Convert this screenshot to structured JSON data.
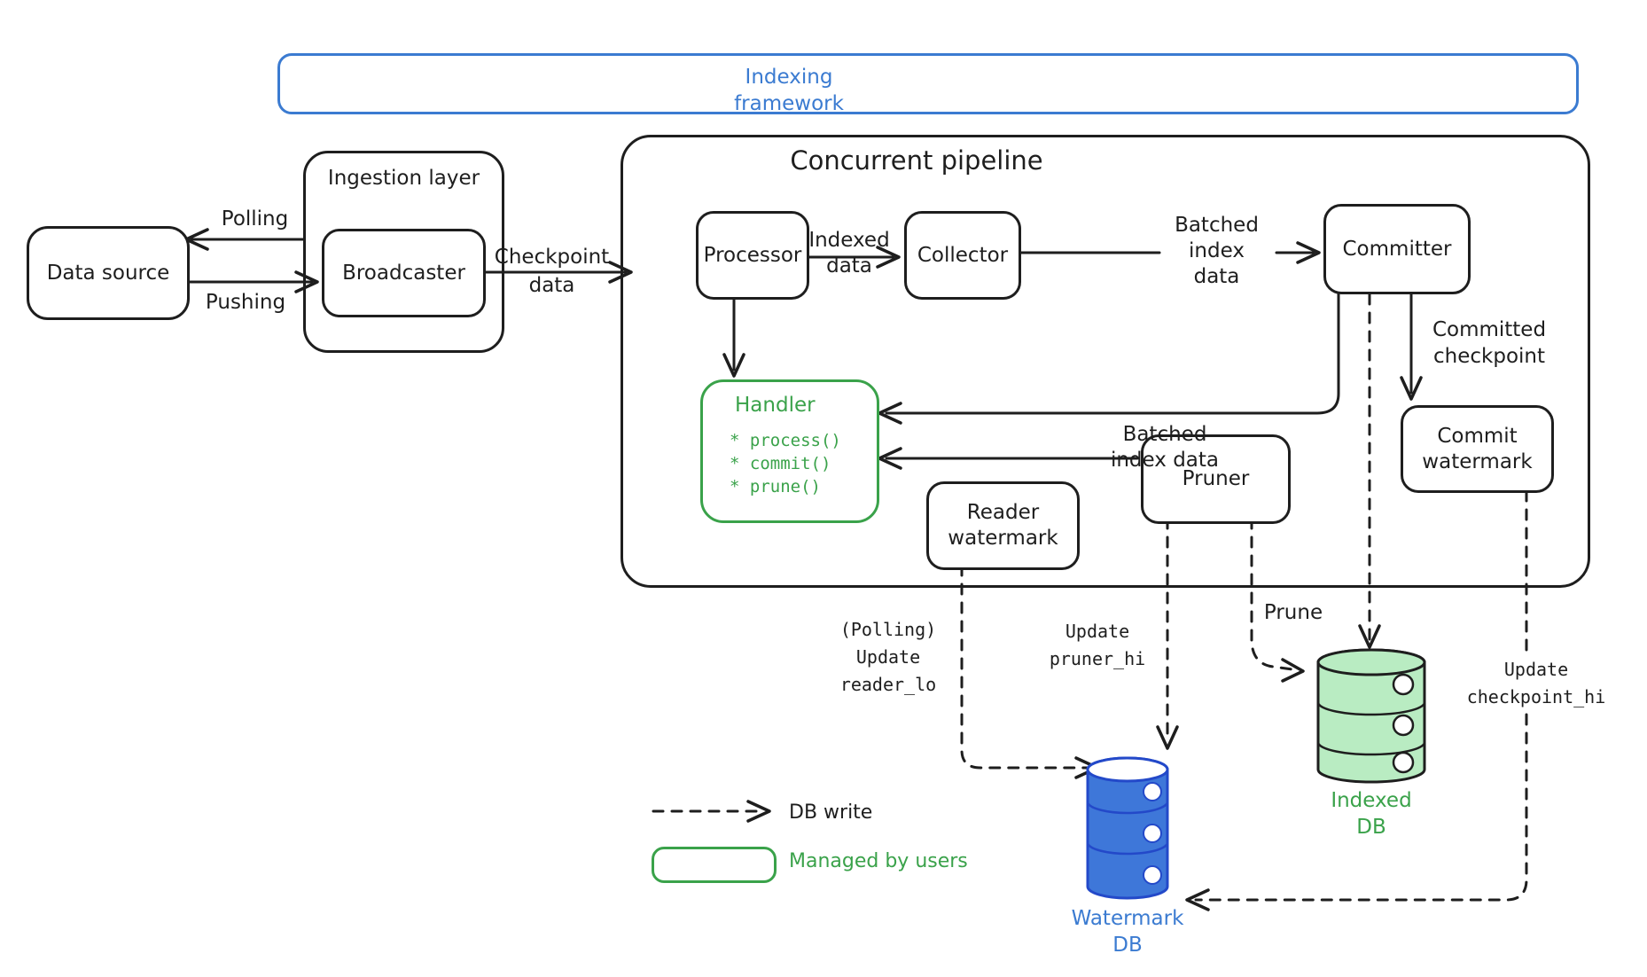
{
  "banner": {
    "label": "Indexing framework"
  },
  "nodes": {
    "data_source": "Data source",
    "ingestion_layer": "Ingestion layer",
    "broadcaster": "Broadcaster",
    "pipeline_title": "Concurrent pipeline",
    "processor": "Processor",
    "collector": "Collector",
    "committer": "Committer",
    "handler_title": "Handler",
    "handler_items": [
      "* process()",
      "* commit()",
      "* prune()"
    ],
    "pruner": "Pruner",
    "reader_watermark": "Reader\nwatermark",
    "commit_watermark": "Commit\nwatermark"
  },
  "edge_labels": {
    "polling": "Polling",
    "pushing": "Pushing",
    "checkpoint_data": "Checkpoint\ndata",
    "indexed_data": "Indexed\ndata",
    "batched_index_data_top": "Batched\nindex\ndata",
    "committed_checkpoint": "Committed\ncheckpoint",
    "batched_index_data_bottom": "Batched\nindex data",
    "prune": "Prune",
    "update_reader_lo": "(Polling)\nUpdate\nreader_lo",
    "update_pruner_hi": "Update\npruner_hi",
    "update_checkpoint_hi": "Update\ncheckpoint_hi"
  },
  "databases": {
    "watermark_db": "Watermark\nDB",
    "indexed_db": "Indexed\nDB"
  },
  "legend": {
    "db_write": "DB write",
    "managed_by_users": "Managed by users"
  },
  "colors": {
    "blue": "#3b7bd1",
    "green": "#3aa24a",
    "ink": "#1e1e1e",
    "db_blue_fill": "#3e77d9",
    "db_blue_stroke": "#2349c9",
    "db_green_fill": "#b9ecc2"
  }
}
